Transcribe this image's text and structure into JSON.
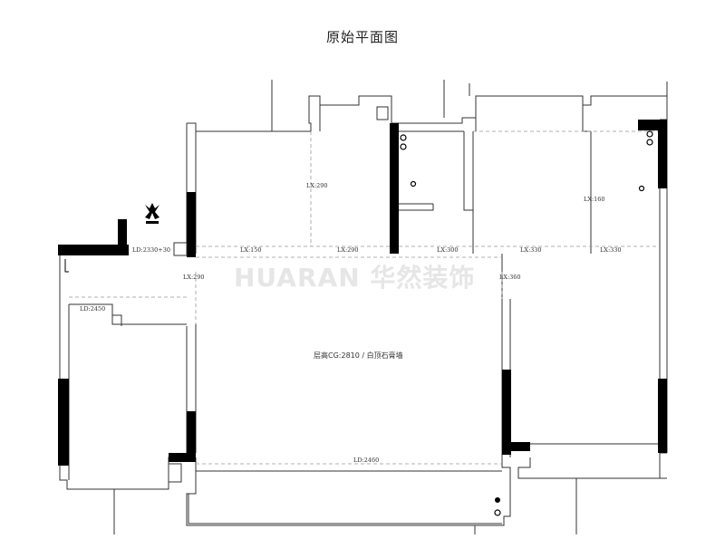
{
  "title": "原始平面图",
  "watermark": "HUARAN 华然装饰",
  "center_note": "层高CG:2810 / 白顶石膏墙",
  "dimensions": {
    "ld_2330": "LD:2330+30",
    "lx_150": "LX:150",
    "lx_290_top": "LX:290",
    "lx_290_bottom": "LX:290",
    "lx_300": "LX:300",
    "lx_330_a": "LX:330",
    "lx_330_b": "LX:330",
    "lx_160": "LX:160",
    "lx_290_left": "LX:290",
    "lx_360": "LX:360",
    "ld_2450": "LD:2450",
    "ld_2460": "LD:2460"
  },
  "colors": {
    "wall": "#000000",
    "line": "#333333",
    "dash": "#999999",
    "watermark": "#e6e6e6"
  },
  "icons": [
    "north-compass-icon",
    "drain-icon",
    "pipe-icon"
  ]
}
